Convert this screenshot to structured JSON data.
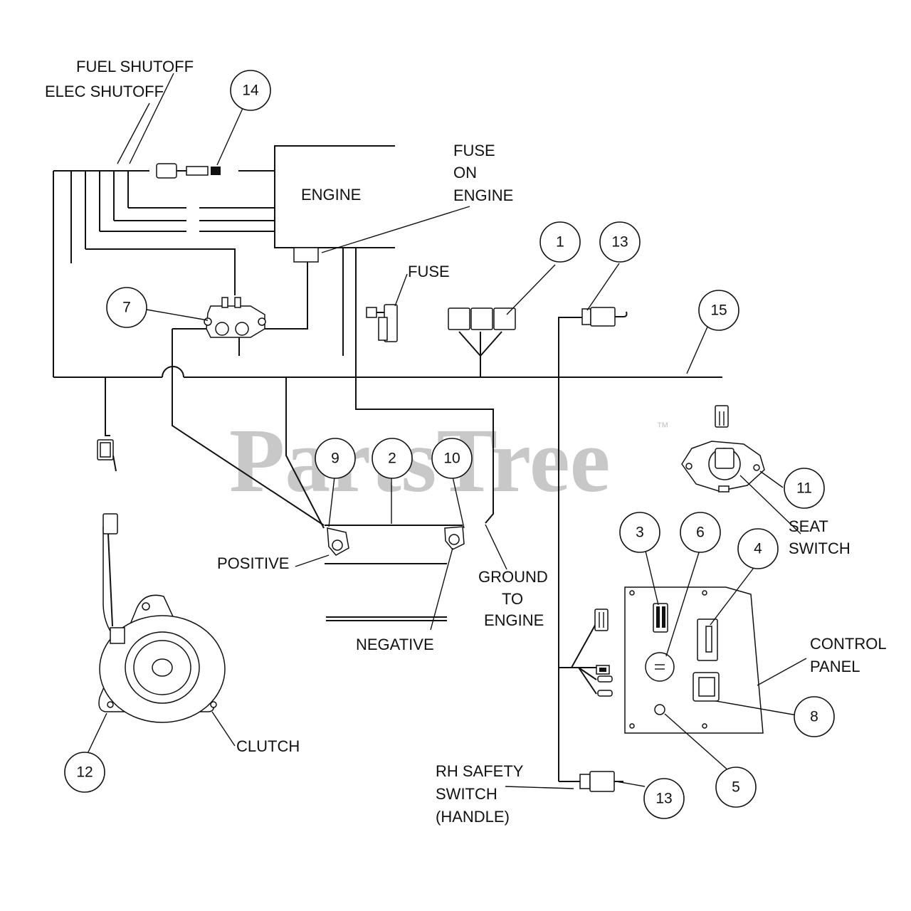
{
  "watermark": {
    "brand": "PartsTree",
    "trademark": "™"
  },
  "labels": {
    "fuel_shutoff": "FUEL SHUTOFF",
    "elec_shutoff": "ELEC SHUTOFF",
    "engine": "ENGINE",
    "fuse_on_engine": [
      "FUSE",
      "ON",
      "ENGINE"
    ],
    "fuse": "FUSE",
    "positive": "POSITIVE",
    "negative": "NEGATIVE",
    "ground_to_engine": [
      "GROUND",
      "TO",
      "ENGINE"
    ],
    "seat_switch": [
      "SEAT",
      "SWITCH"
    ],
    "control_panel": [
      "CONTROL",
      "PANEL"
    ],
    "clutch": "CLUTCH",
    "rh_safety_switch": [
      "RH SAFETY",
      "SWITCH",
      "(HANDLE)"
    ]
  },
  "callouts": [
    {
      "id": "callout-14",
      "number": "14"
    },
    {
      "id": "callout-1",
      "number": "1"
    },
    {
      "id": "callout-13-top",
      "number": "13"
    },
    {
      "id": "callout-7",
      "number": "7"
    },
    {
      "id": "callout-15",
      "number": "15"
    },
    {
      "id": "callout-9",
      "number": "9"
    },
    {
      "id": "callout-2",
      "number": "2"
    },
    {
      "id": "callout-10",
      "number": "10"
    },
    {
      "id": "callout-11",
      "number": "11"
    },
    {
      "id": "callout-3",
      "number": "3"
    },
    {
      "id": "callout-6",
      "number": "6"
    },
    {
      "id": "callout-4",
      "number": "4"
    },
    {
      "id": "callout-8",
      "number": "8"
    },
    {
      "id": "callout-12",
      "number": "12"
    },
    {
      "id": "callout-5",
      "number": "5"
    },
    {
      "id": "callout-13-bottom",
      "number": "13"
    }
  ]
}
